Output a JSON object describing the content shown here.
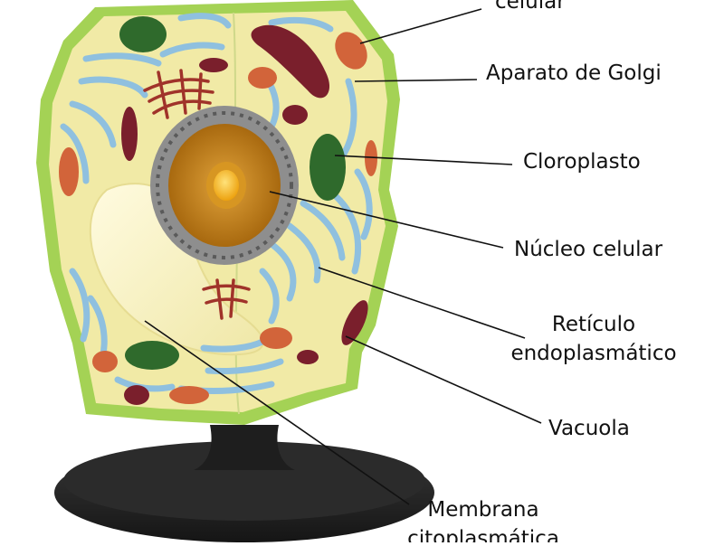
{
  "diagram": {
    "labels": {
      "pared_celular": "celular",
      "aparato_golgi": "Aparato de Golgi",
      "cloroplasto": "Cloroplasto",
      "nucleo": "Núcleo celular",
      "reticulo_line1": "Retículo",
      "reticulo_line2": "endoplasmático",
      "vacuola": "Vacuola",
      "membrana_line1": "Membrana",
      "membrana_line2": "citoplasmática"
    },
    "colors": {
      "cell_body": "#f1eaa6",
      "cell_wall": "#9ccf4e",
      "er": "#8fc0df",
      "chloroplast": "#2f6a2c",
      "mitochondria": "#d2643a",
      "dark_organelle": "#7a1f2c",
      "nucleus_envelope": "#8e8e8e",
      "nucleoplasm": "#c9891c",
      "nucleolus": "#f2b51c",
      "vacuole": "#f8f3c8",
      "golgi": "#a0332a",
      "stand": "#262626"
    }
  }
}
